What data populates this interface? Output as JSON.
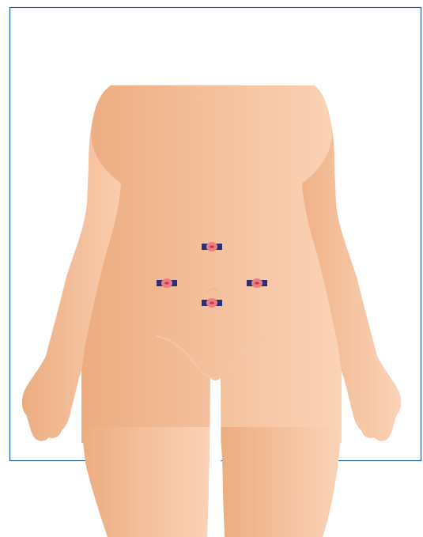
{
  "figure": {
    "frame_color": "#1b5e8f",
    "skin_gradient": [
      "#ecac7f",
      "#f4c09c",
      "#fbd3b7"
    ],
    "navel_color": "#f2b691",
    "groin_line_color": "#f3c6a8",
    "incision_bar_color": "#2a2f78",
    "incision_ring_color": "#ec7f84",
    "incision_core_color": "#c93a4a"
  },
  "incisions": [
    {
      "name": "upper-midline-port-marker"
    },
    {
      "name": "left-lateral-port-marker"
    },
    {
      "name": "right-lateral-port-marker"
    },
    {
      "name": "umbilical-port-marker"
    }
  ]
}
